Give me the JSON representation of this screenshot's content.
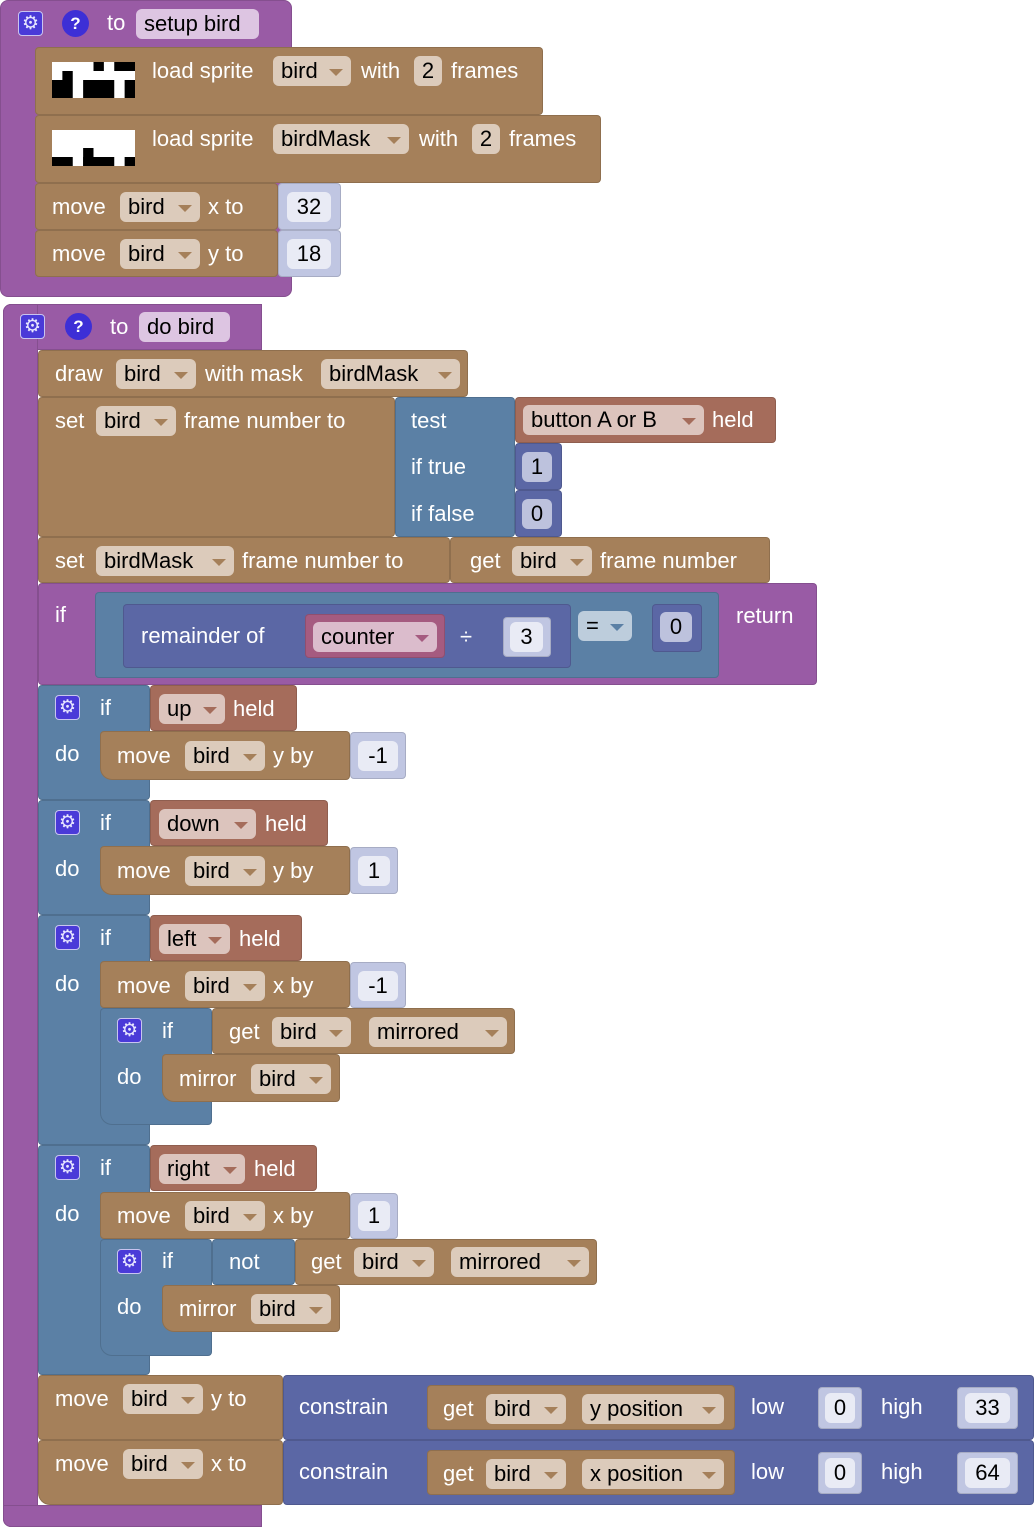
{
  "setup": {
    "to": "to",
    "name": "setup bird",
    "load1": {
      "label": "load sprite",
      "sprite": "bird",
      "with": "with",
      "count": "2",
      "frames": "frames"
    },
    "load2": {
      "label": "load sprite",
      "sprite": "birdMask",
      "with": "with",
      "count": "2",
      "frames": "frames"
    },
    "move_x": {
      "move": "move",
      "sprite": "bird",
      "axis": "x to",
      "value": "32"
    },
    "move_y": {
      "move": "move",
      "sprite": "bird",
      "axis": "y to",
      "value": "18"
    }
  },
  "do": {
    "to": "to",
    "name": "do bird",
    "draw": {
      "draw": "draw",
      "sprite": "bird",
      "with_mask": "with mask",
      "mask": "birdMask"
    },
    "set_frame": {
      "set": "set",
      "sprite": "bird",
      "label": "frame number to",
      "test": "test",
      "if_true": "if true",
      "if_false": "if false",
      "button": "button A or B",
      "held": "held",
      "true_value": "1",
      "false_value": "0"
    },
    "set_mask_frame": {
      "set": "set",
      "sprite": "birdMask",
      "label": "frame number to",
      "get": "get",
      "get_sprite": "bird",
      "property": "frame number"
    },
    "if_return": {
      "if": "if",
      "remainder_of": "remainder of",
      "variable": "counter",
      "divide": "÷",
      "divisor": "3",
      "operator": "=",
      "compare": "0",
      "return": "return"
    },
    "if_up": {
      "if": "if",
      "do": "do",
      "button": "up",
      "held": "held",
      "move": "move",
      "sprite": "bird",
      "axis": "y by",
      "value": "-1"
    },
    "if_down": {
      "if": "if",
      "do": "do",
      "button": "down",
      "held": "held",
      "move": "move",
      "sprite": "bird",
      "axis": "y by",
      "value": "1"
    },
    "if_left": {
      "if": "if",
      "do": "do",
      "button": "left",
      "held": "held",
      "move": "move",
      "sprite": "bird",
      "axis": "x by",
      "value": "-1",
      "nested": {
        "if": "if",
        "do": "do",
        "get": "get",
        "sprite": "bird",
        "property": "mirrored",
        "mirror": "mirror",
        "mirror_sprite": "bird"
      }
    },
    "if_right": {
      "if": "if",
      "do": "do",
      "button": "right",
      "held": "held",
      "move": "move",
      "sprite": "bird",
      "axis": "x by",
      "value": "1",
      "nested": {
        "if": "if",
        "do": "do",
        "not": "not",
        "get": "get",
        "sprite": "bird",
        "property": "mirrored",
        "mirror": "mirror",
        "mirror_sprite": "bird"
      }
    },
    "move_y": {
      "move": "move",
      "sprite": "bird",
      "axis": "y to",
      "constrain": "constrain",
      "get": "get",
      "get_sprite": "bird",
      "property": "y position",
      "low": "low",
      "low_value": "0",
      "high": "high",
      "high_value": "33"
    },
    "move_x": {
      "move": "move",
      "sprite": "bird",
      "axis": "x to",
      "constrain": "constrain",
      "get": "get",
      "get_sprite": "bird",
      "property": "x position",
      "low": "low",
      "low_value": "0",
      "high": "high",
      "high_value": "64"
    }
  }
}
